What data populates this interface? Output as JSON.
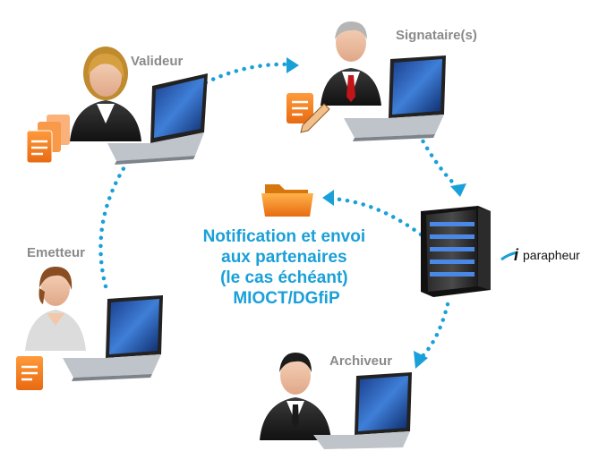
{
  "roles": {
    "validator": "Valideur",
    "signer": "Signataire(s)",
    "sender": "Emetteur",
    "archiver": "Archiveur"
  },
  "center_text": [
    "Notification et envoi",
    "aux partenaires",
    "(le cas échéant)",
    "MIOCT/DGfiP"
  ],
  "brand": {
    "prefix": "i",
    "name": "parapheur"
  },
  "colors": {
    "accent": "#1aa0d8",
    "label_gray": "#8a8a8a",
    "document_orange": "#f07d1a"
  }
}
